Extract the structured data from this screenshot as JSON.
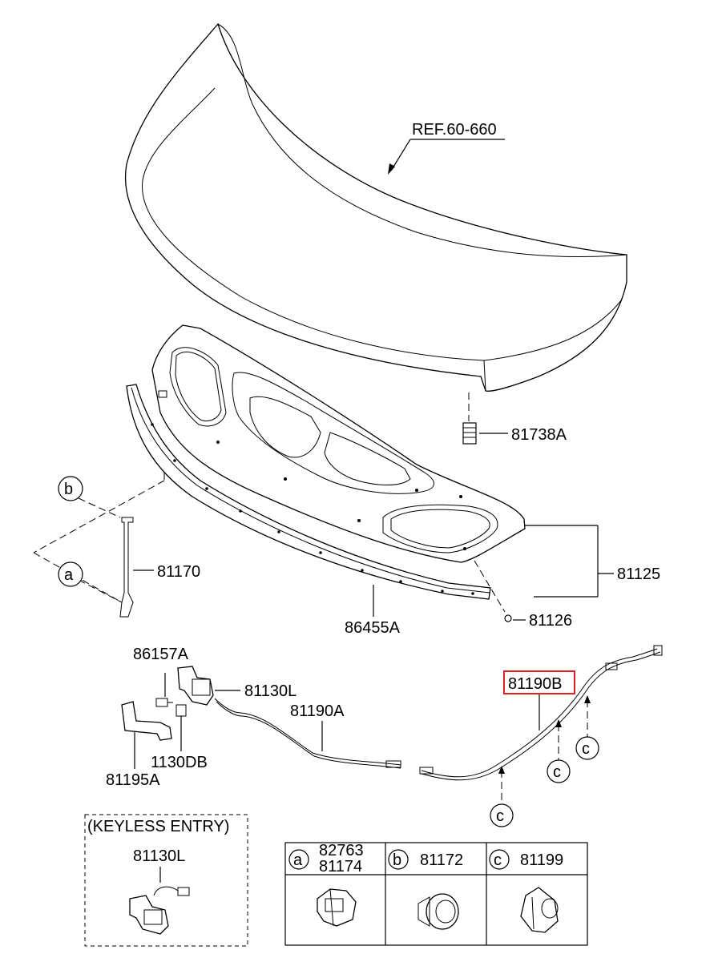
{
  "diagram": {
    "ref_label": "REF.60-660",
    "parts": {
      "bumper_stop": "81738A",
      "hood_insulator": "81125",
      "insulator_clip": "81126",
      "weatherstrip": "86455A",
      "hood_stay": "81170",
      "latch_bolt": "86157A",
      "latch": "81130L",
      "release_cable_a": "81190A",
      "release_cable_b": "81190B",
      "release_handle": "81195A",
      "screw": "1130DB"
    },
    "callouts": {
      "a": "a",
      "b": "b",
      "c": "c"
    },
    "highlight_color": "#e02020",
    "keyless": {
      "title": "(KEYLESS ENTRY)",
      "part": "81130L"
    },
    "legend": [
      {
        "letter": "a",
        "line1": "82763",
        "line2": "81174"
      },
      {
        "letter": "b",
        "line1": "81172",
        "line2": ""
      },
      {
        "letter": "c",
        "line1": "81199",
        "line2": ""
      }
    ]
  }
}
